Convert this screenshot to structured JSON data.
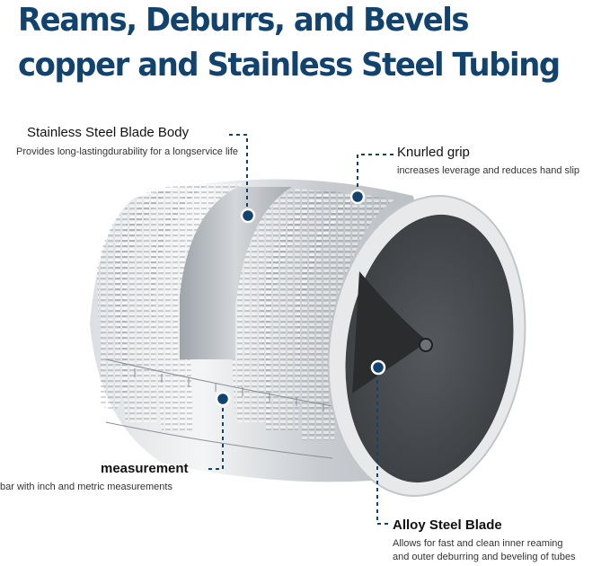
{
  "headline": {
    "line1": "Reams, Deburrs, and Bevels",
    "line2": "copper and Stainless Steel Tubing"
  },
  "callouts": {
    "body": {
      "title": "Stainless Steel Blade Body",
      "desc": "Provides long-lastingdurability for a longservice life"
    },
    "grip": {
      "title": "Knurled grip",
      "desc": "increases leverage and reduces hand slip"
    },
    "measurement": {
      "title": "measurement",
      "desc": "bar with inch and metric measurements"
    },
    "blade": {
      "title": "Alloy Steel Blade",
      "desc_line1": "Allows for fast and clean inner reaming",
      "desc_line2": "and outer deburring and beveling of tubes"
    }
  },
  "colors": {
    "headline": "#12436e",
    "marker": "#12436e",
    "leader": "#12436e"
  }
}
